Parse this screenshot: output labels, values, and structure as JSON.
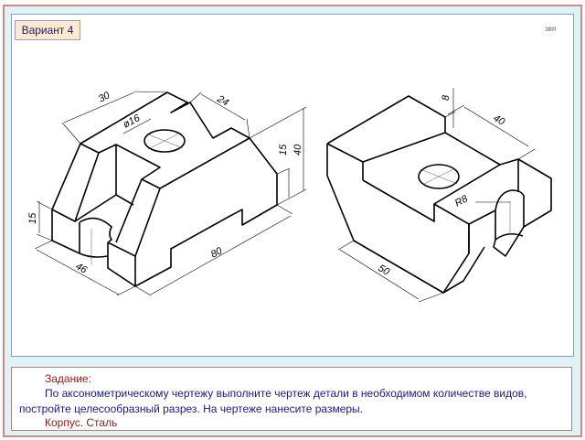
{
  "variant_label": "Вариант 4",
  "corner_tag": "звя",
  "drawing_left": {
    "dims": {
      "d30": "30",
      "d24": "24",
      "d16": "ø16",
      "d15a": "15",
      "d40": "40",
      "d15b": "15",
      "d80": "80",
      "d46": "46"
    }
  },
  "drawing_right": {
    "dims": {
      "d8": "8",
      "d40": "40",
      "r8": "R8",
      "d50": "50"
    }
  },
  "task": {
    "heading": "Задание:",
    "text": "По аксонометрическому чертежу выполните чертеж детали в необходимом количестве видов, постройте целесообразный разрез. На чертеже нанесите размеры.",
    "part": "Корпус.  Сталь"
  }
}
